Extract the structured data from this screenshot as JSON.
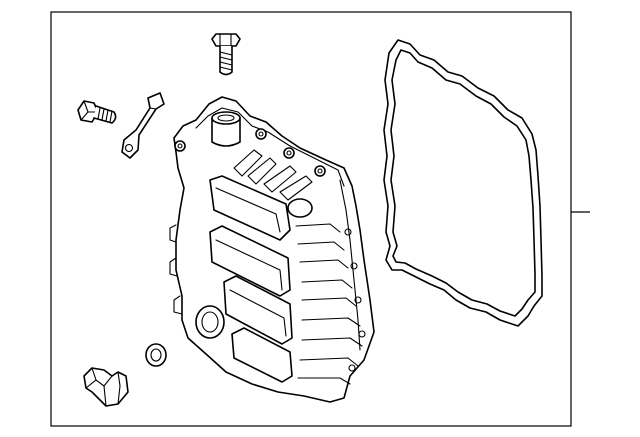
{
  "diagram": {
    "type": "exploded-parts-diagram",
    "border_color": "#000000",
    "line_color": "#000000",
    "background_color": "#ffffff",
    "parts": [
      {
        "id": "bolt-top",
        "icon": "bolt-icon"
      },
      {
        "id": "bolt-left",
        "icon": "bolt-icon"
      },
      {
        "id": "bracket",
        "icon": "bracket-icon"
      },
      {
        "id": "valve-body-cover",
        "icon": "cover-icon"
      },
      {
        "id": "gasket",
        "icon": "gasket-icon"
      },
      {
        "id": "o-ring",
        "icon": "o-ring-icon"
      },
      {
        "id": "clip",
        "icon": "clip-icon"
      }
    ]
  }
}
